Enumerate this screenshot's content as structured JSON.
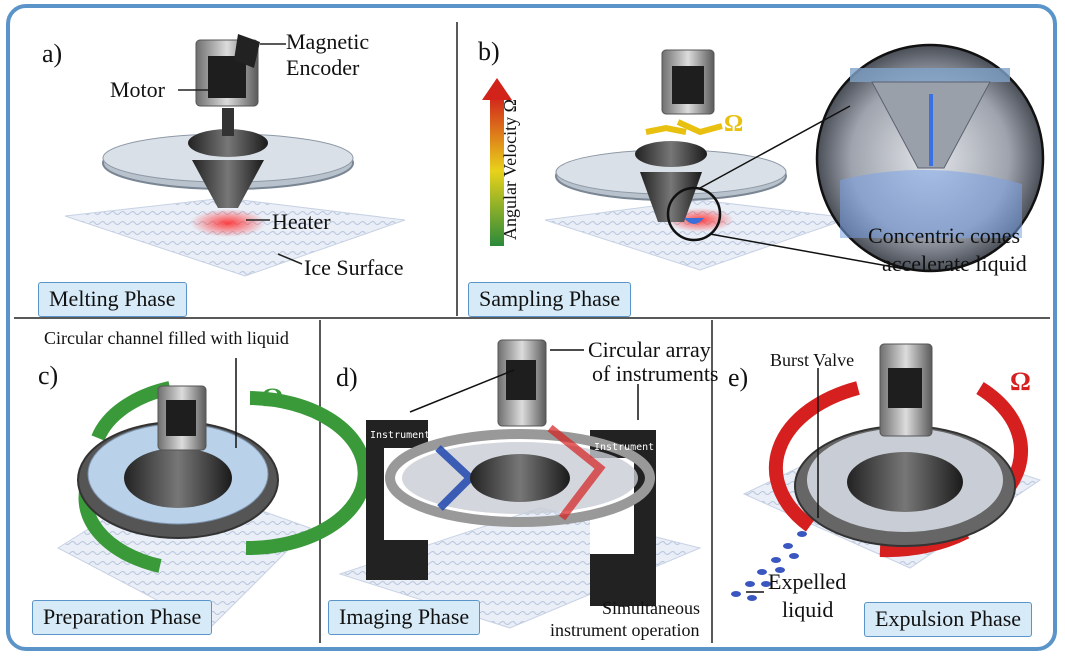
{
  "panels": {
    "a": {
      "letter": "a)",
      "phase": "Melting Phase",
      "labels": {
        "encoder_1": "Magnetic",
        "encoder_2": "Encoder",
        "motor": "Motor",
        "heater": "Heater",
        "ice": "Ice Surface"
      }
    },
    "b": {
      "letter": "b)",
      "phase": "Sampling Phase",
      "velocity_label": "Angular Velocity Ω",
      "omega": "Ω",
      "cones_1": "Concentric cones",
      "cones_2": "accelerate liquid"
    },
    "c": {
      "letter": "c)",
      "phase": "Preparation Phase",
      "channel": "Circular channel filled with liquid",
      "omega": "Ω"
    },
    "d": {
      "letter": "d)",
      "phase": "Imaging Phase",
      "array_1": "Circular array",
      "array_2": "of instruments",
      "instrument_1": "Instrument I",
      "instrument_3": "Instrument III",
      "sim_1": "Simultaneous",
      "sim_2": "instrument operation"
    },
    "e": {
      "letter": "e)",
      "phase": "Expulsion Phase",
      "burst": "Burst Valve",
      "expelled_1": "Expelled",
      "expelled_2": "liquid",
      "omega": "Ω"
    }
  },
  "colors": {
    "frame": "#5b94c9",
    "phase_bg": "#d7eaf7",
    "green": "#3a9a3a",
    "red": "#d62020",
    "blue": "#2a4fb0",
    "heater": "#e83030"
  }
}
